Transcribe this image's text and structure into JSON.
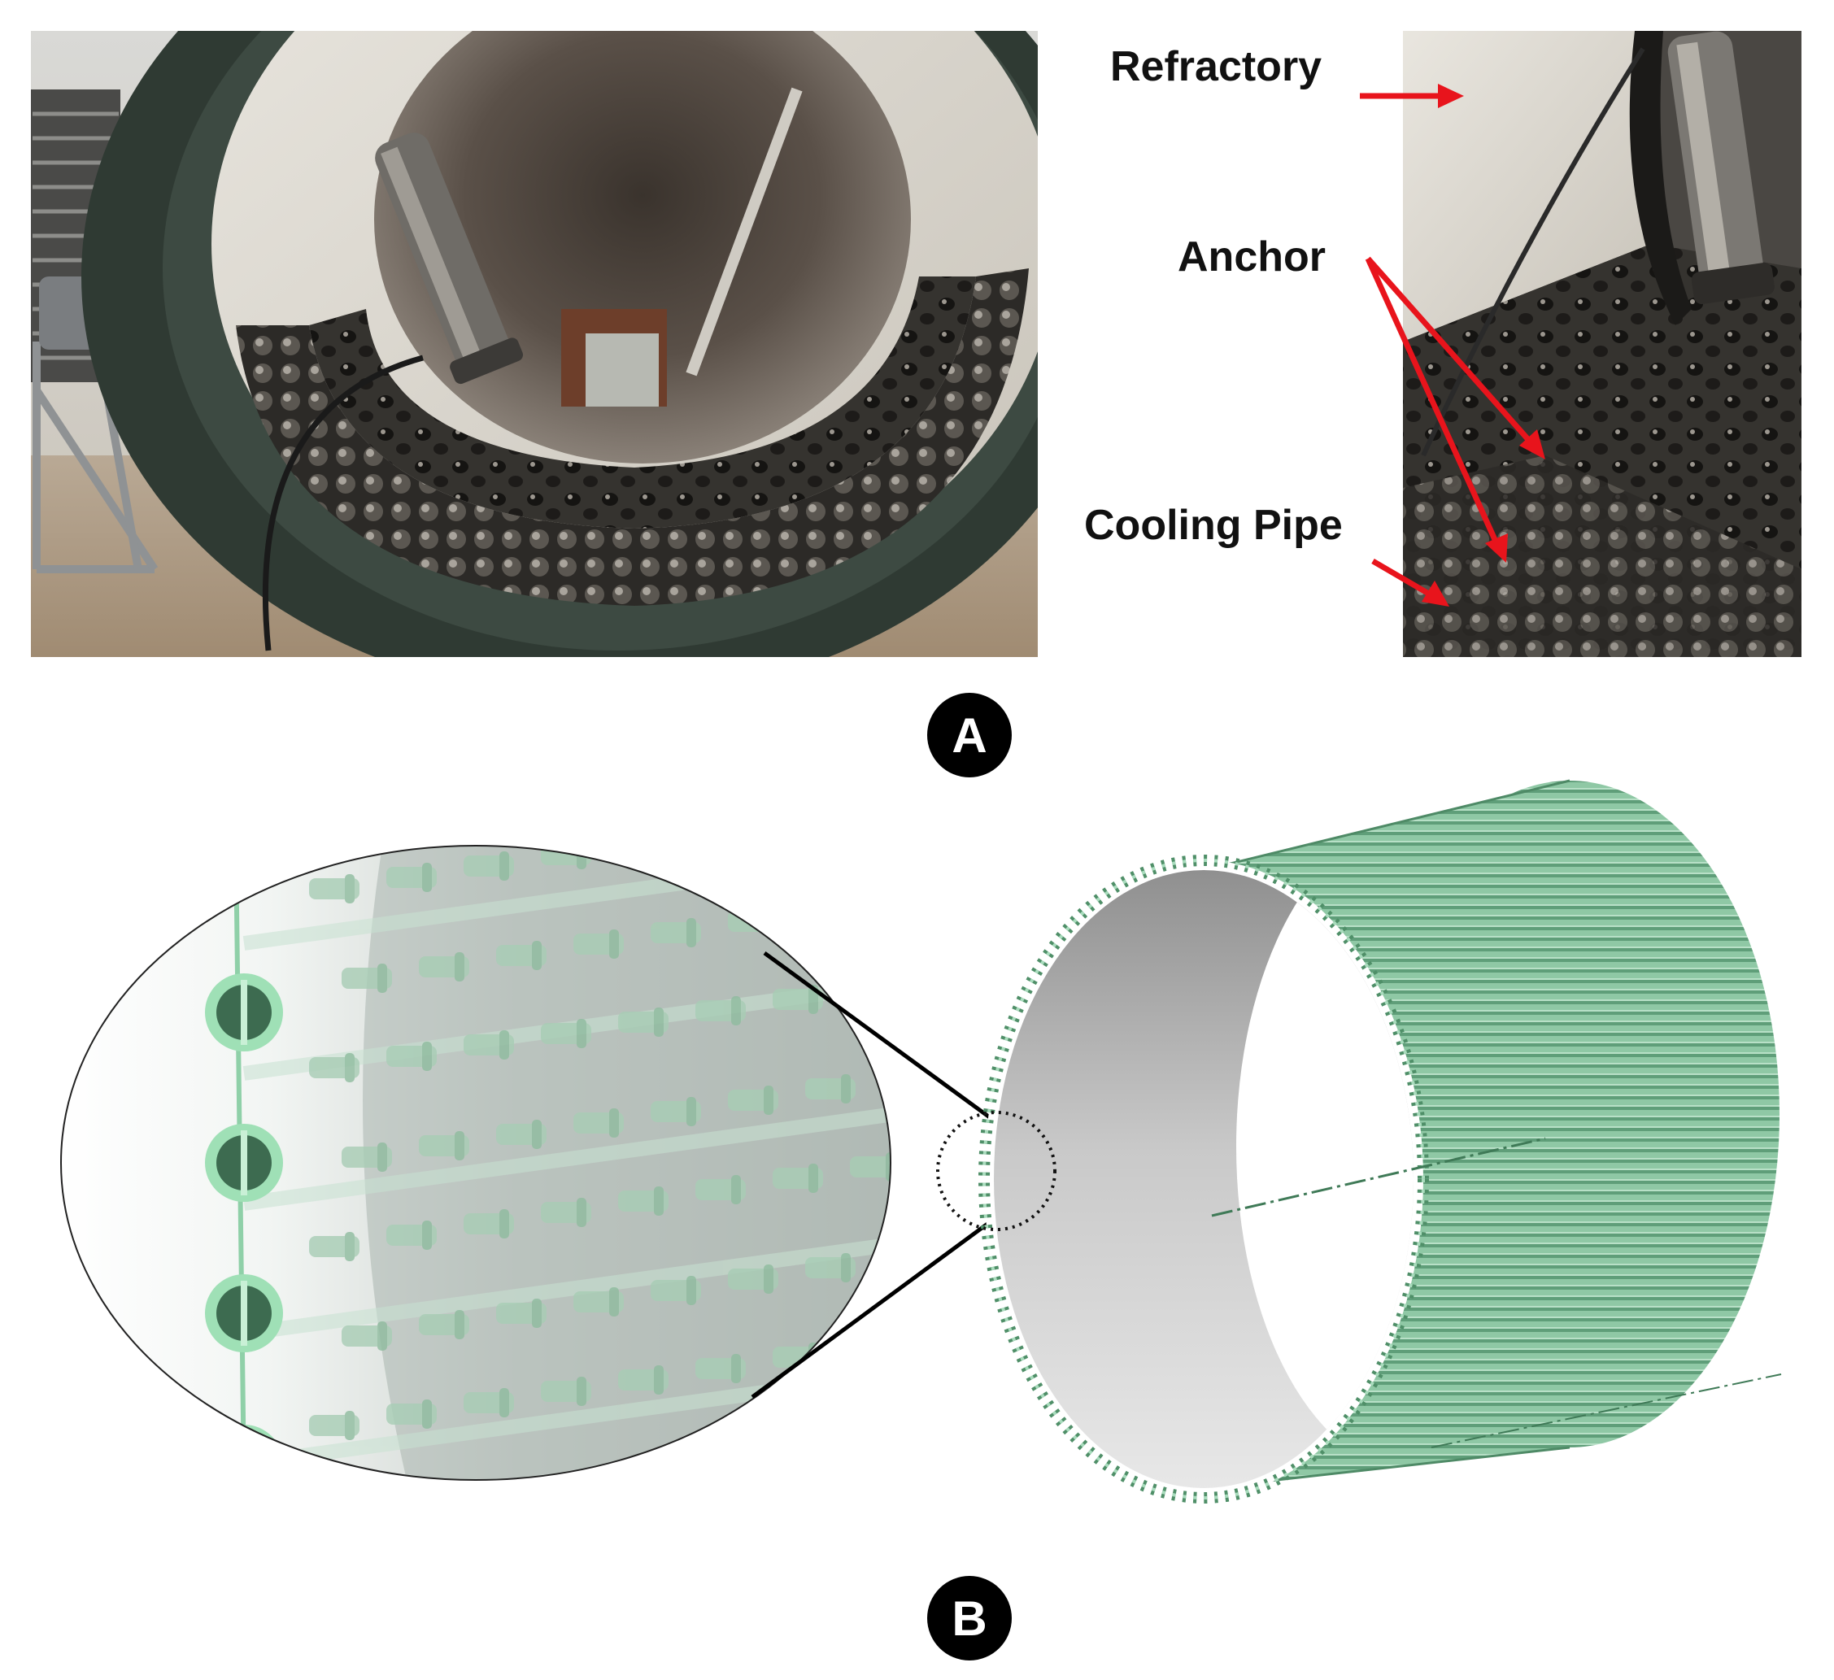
{
  "labels": {
    "refractory": "Refractory",
    "anchor": "Anchor",
    "cooling_pipe": "Cooling Pipe"
  },
  "panels": {
    "a": "A",
    "b": "B"
  },
  "colors": {
    "arrow": "#e8141c",
    "pipe_green": "#6fae88",
    "pipe_light": "#bfe3cc",
    "badge": "#000000"
  }
}
